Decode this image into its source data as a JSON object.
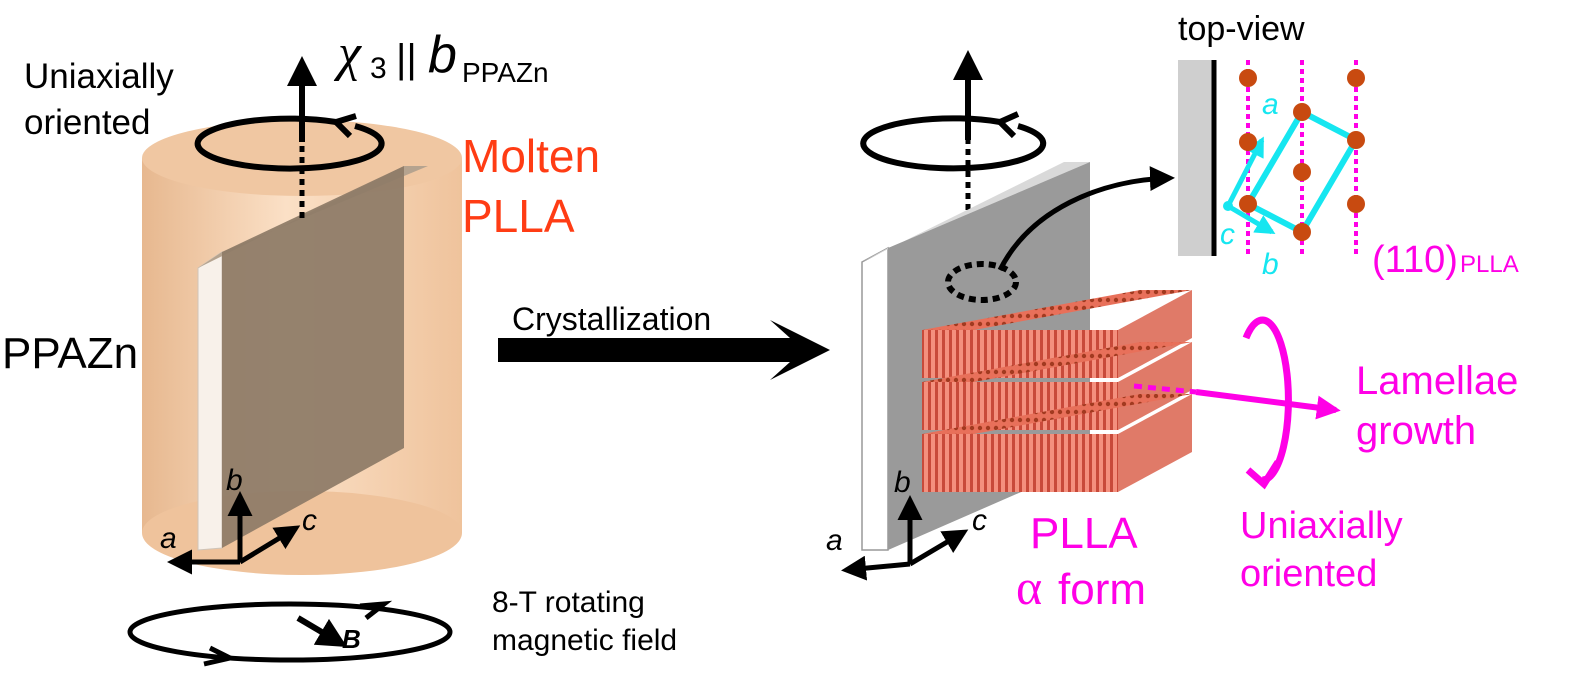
{
  "left": {
    "uniaxial_label_line1": "Uniaxially",
    "uniaxial_label_line2": "oriented",
    "chi_symbol": "χ",
    "chi_sub": "3",
    "parallel": "||",
    "b_symbol": "b",
    "b_sub": "PPAZn",
    "molten_line1": "Molten",
    "molten_line2": "PLLA",
    "ppazn": "PPAZn",
    "axis_a": "a",
    "axis_b": "b",
    "axis_c": "c",
    "field_line1": "8-T rotating",
    "field_line2": "magnetic field",
    "field_B": "B"
  },
  "process": {
    "crystallization": "Crystallization"
  },
  "right": {
    "topview": "top-view",
    "cell_a": "a",
    "cell_b": "b",
    "cell_c": "c",
    "plane": "(110)",
    "plane_sub": "PLLA",
    "axis_a": "a",
    "axis_b": "b",
    "axis_c": "c",
    "lamellae_line1": "Lamellae",
    "lamellae_line2": "growth",
    "uniaxial_line1": "Uniaxially",
    "uniaxial_line2": "oriented",
    "pllaform_line1": "PLLA",
    "pllaform_alpha": "α",
    "pllaform_form": "form"
  },
  "colors": {
    "cylinder": "#f6cda8",
    "molten": "#ff3c14",
    "magenta": "#ff00e6",
    "cyan": "#16e6f0",
    "lamella": "#f08070",
    "dot": "#c84a10",
    "plate_gray": "#9a9a9a"
  }
}
